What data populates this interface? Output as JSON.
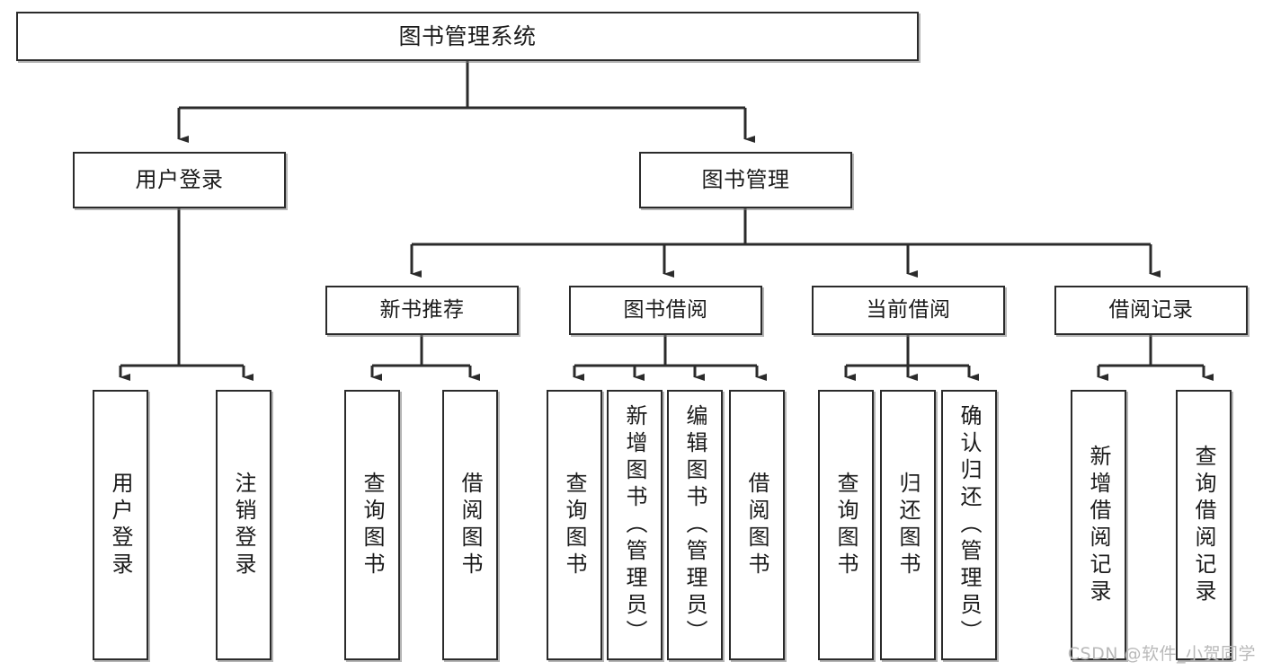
{
  "diagram": {
    "title": "图书管理系统",
    "type": "tree-hierarchy",
    "orientation": "top-down",
    "colors": {
      "node_border": "#2b2b2b",
      "node_fill": "#ffffff",
      "edge": "#2b2b2b",
      "text": "#1b1b1b",
      "watermark": "#b9b9b9",
      "background": "#ffffff"
    }
  },
  "root": {
    "label": "图书管理系统"
  },
  "level1": [
    {
      "label": "用户登录"
    },
    {
      "label": "图书管理"
    }
  ],
  "level2": [
    {
      "label": "新书推荐"
    },
    {
      "label": "图书借阅"
    },
    {
      "label": "当前借阅"
    },
    {
      "label": "借阅记录"
    }
  ],
  "leaves": {
    "user_login": [
      {
        "label": "用户登录"
      },
      {
        "label": "注销登录"
      }
    ],
    "new_book_recommend": [
      {
        "label": "查询图书"
      },
      {
        "label": "借阅图书"
      }
    ],
    "book_borrow": [
      {
        "label": "查询图书"
      },
      {
        "label": "新增图书（管理员）"
      },
      {
        "label": "编辑图书（管理员）"
      },
      {
        "label": "借阅图书"
      }
    ],
    "current_borrow": [
      {
        "label": "查询图书"
      },
      {
        "label": "归还图书"
      },
      {
        "label": "确认归还（管理员）"
      }
    ],
    "borrow_record": [
      {
        "label": "新增借阅记录"
      },
      {
        "label": "查询借阅记录"
      }
    ]
  },
  "watermark": {
    "text": "CSDN @软件_小贺同学"
  }
}
